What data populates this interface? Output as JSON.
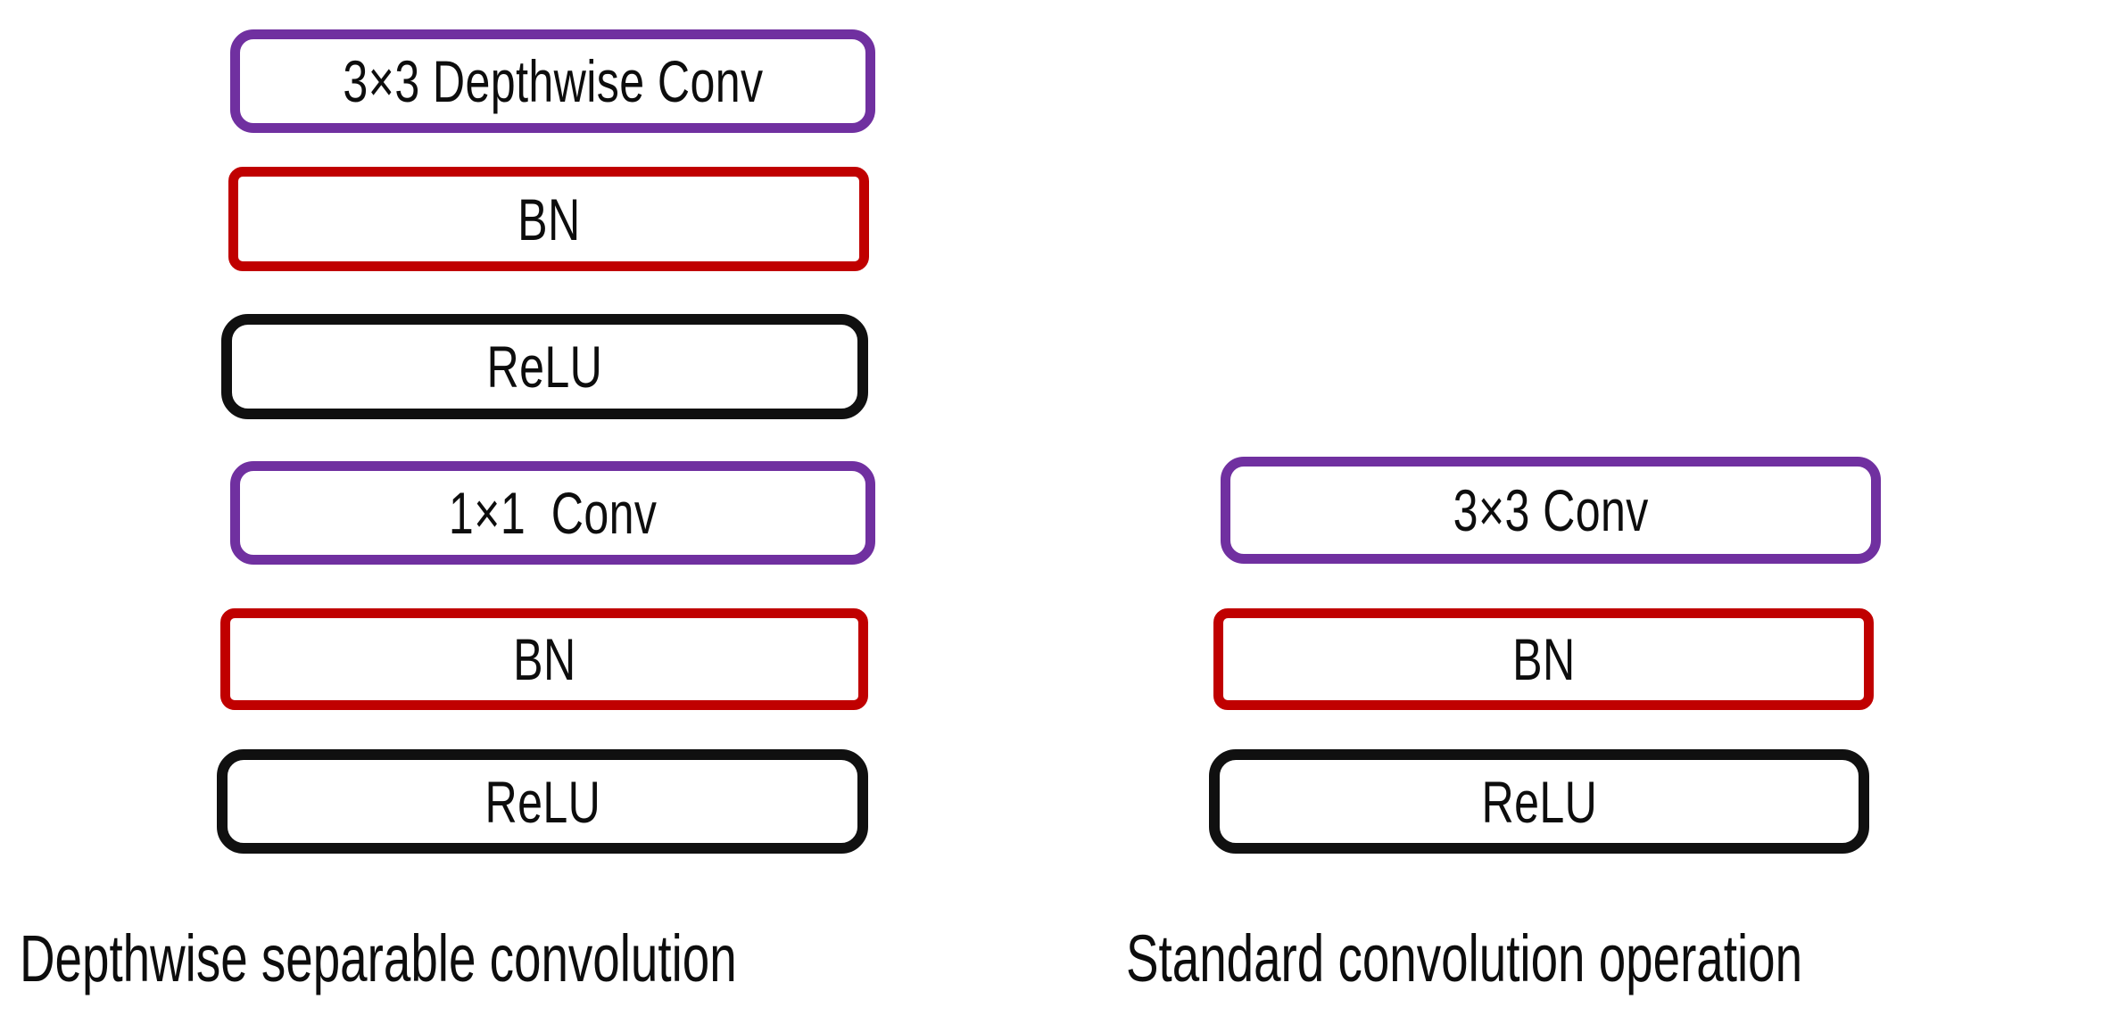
{
  "figure": {
    "background_color": "#ffffff",
    "colors": {
      "purple": "#7030A0",
      "red": "#C00000",
      "black": "#101010",
      "text": "#0D0D0D",
      "fill": "#FFFFFF"
    }
  },
  "left_column": {
    "caption": "Depthwise separable convolution",
    "blocks": [
      {
        "label": "3×3 Depthwise Conv",
        "color": "purple",
        "font_size": 66
      },
      {
        "label": "BN",
        "color": "red",
        "font_size": 66
      },
      {
        "label": "ReLU",
        "color": "black",
        "font_size": 66
      },
      {
        "label": "1×1  Conv",
        "color": "purple",
        "font_size": 66
      },
      {
        "label": "BN",
        "color": "red",
        "font_size": 66
      },
      {
        "label": "ReLU",
        "color": "black",
        "font_size": 66
      }
    ]
  },
  "right_column": {
    "caption": "Standard convolution operation",
    "blocks": [
      {
        "label": "3×3 Conv",
        "color": "purple",
        "font_size": 66
      },
      {
        "label": "BN",
        "color": "red",
        "font_size": 66
      },
      {
        "label": "ReLU",
        "color": "black",
        "font_size": 66
      }
    ]
  }
}
